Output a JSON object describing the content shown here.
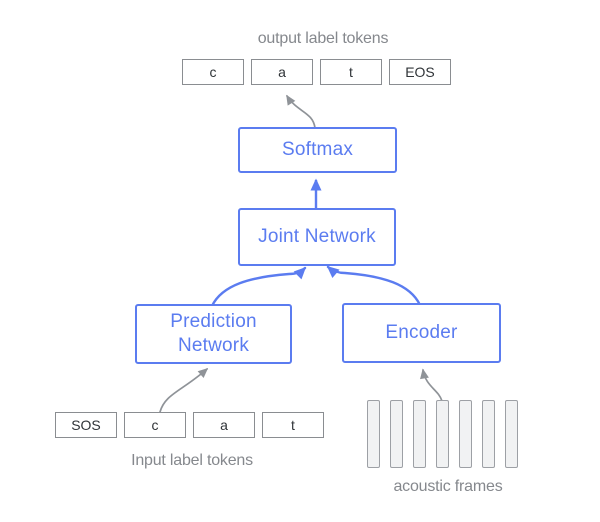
{
  "colors": {
    "accent_blue": "#5b7cf0",
    "arrow_gray": "#8f9398",
    "box_border_gray": "#8a8d91",
    "bar_border_gray": "#9da0a5",
    "bar_fill": "#f1f2f3",
    "label_gray": "#85888d",
    "token_text": "#303438",
    "background": "#ffffff"
  },
  "labels": {
    "output_tokens_caption": "output label tokens",
    "input_tokens_caption": "Input label tokens",
    "acoustic_frames_caption": "acoustic frames"
  },
  "blocks": {
    "softmax": "Softmax",
    "joint_network": "Joint Network",
    "prediction_network": "Prediction Network",
    "encoder": "Encoder"
  },
  "output_tokens": [
    "c",
    "a",
    "t",
    "EOS"
  ],
  "input_tokens": [
    "SOS",
    "c",
    "a",
    "t"
  ],
  "acoustic": {
    "frame_count": 7
  }
}
